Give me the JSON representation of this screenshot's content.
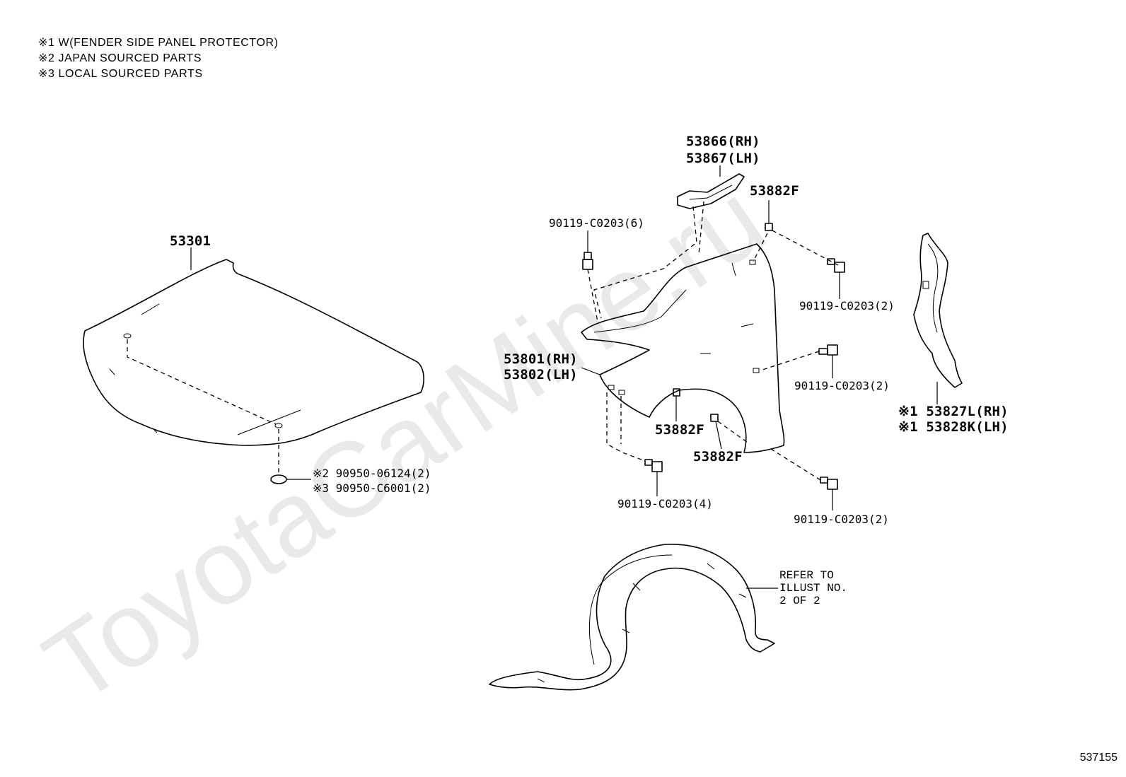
{
  "watermark": "ToyotaCarMine.ru",
  "legend": [
    "※1 W(FENDER SIDE PANEL PROTECTOR)",
    "※2 JAPAN SOURCED PARTS",
    "※3 LOCAL SOURCED PARTS"
  ],
  "parts": {
    "hood": "53301",
    "hood_seal_japan": "※2 90950-06124(2)",
    "hood_seal_local": "※3 90950-C6001(2)",
    "fender_rh": "53801(RH)",
    "fender_lh": "53802(LH)",
    "seal_rh": "53866(RH)",
    "seal_lh": "53867(LH)",
    "clip_top": "53882F",
    "clip_mid": "53882F",
    "clip_low": "53882F",
    "bolt_top_left": "90119-C0203(6)",
    "bolt_top_right": "90119-C0203(2)",
    "bolt_mid_right": "90119-C0203(2)",
    "bolt_bottom_left": "90119-C0203(4)",
    "bolt_bottom_right": "90119-C0203(2)",
    "protector_rh": "※1 53827L(RH)",
    "protector_lh": "※1 53828K(LH)"
  },
  "liner_note": [
    "REFER TO",
    "ILLUST NO.",
    "2 OF 2"
  ],
  "doc_id": "537155"
}
